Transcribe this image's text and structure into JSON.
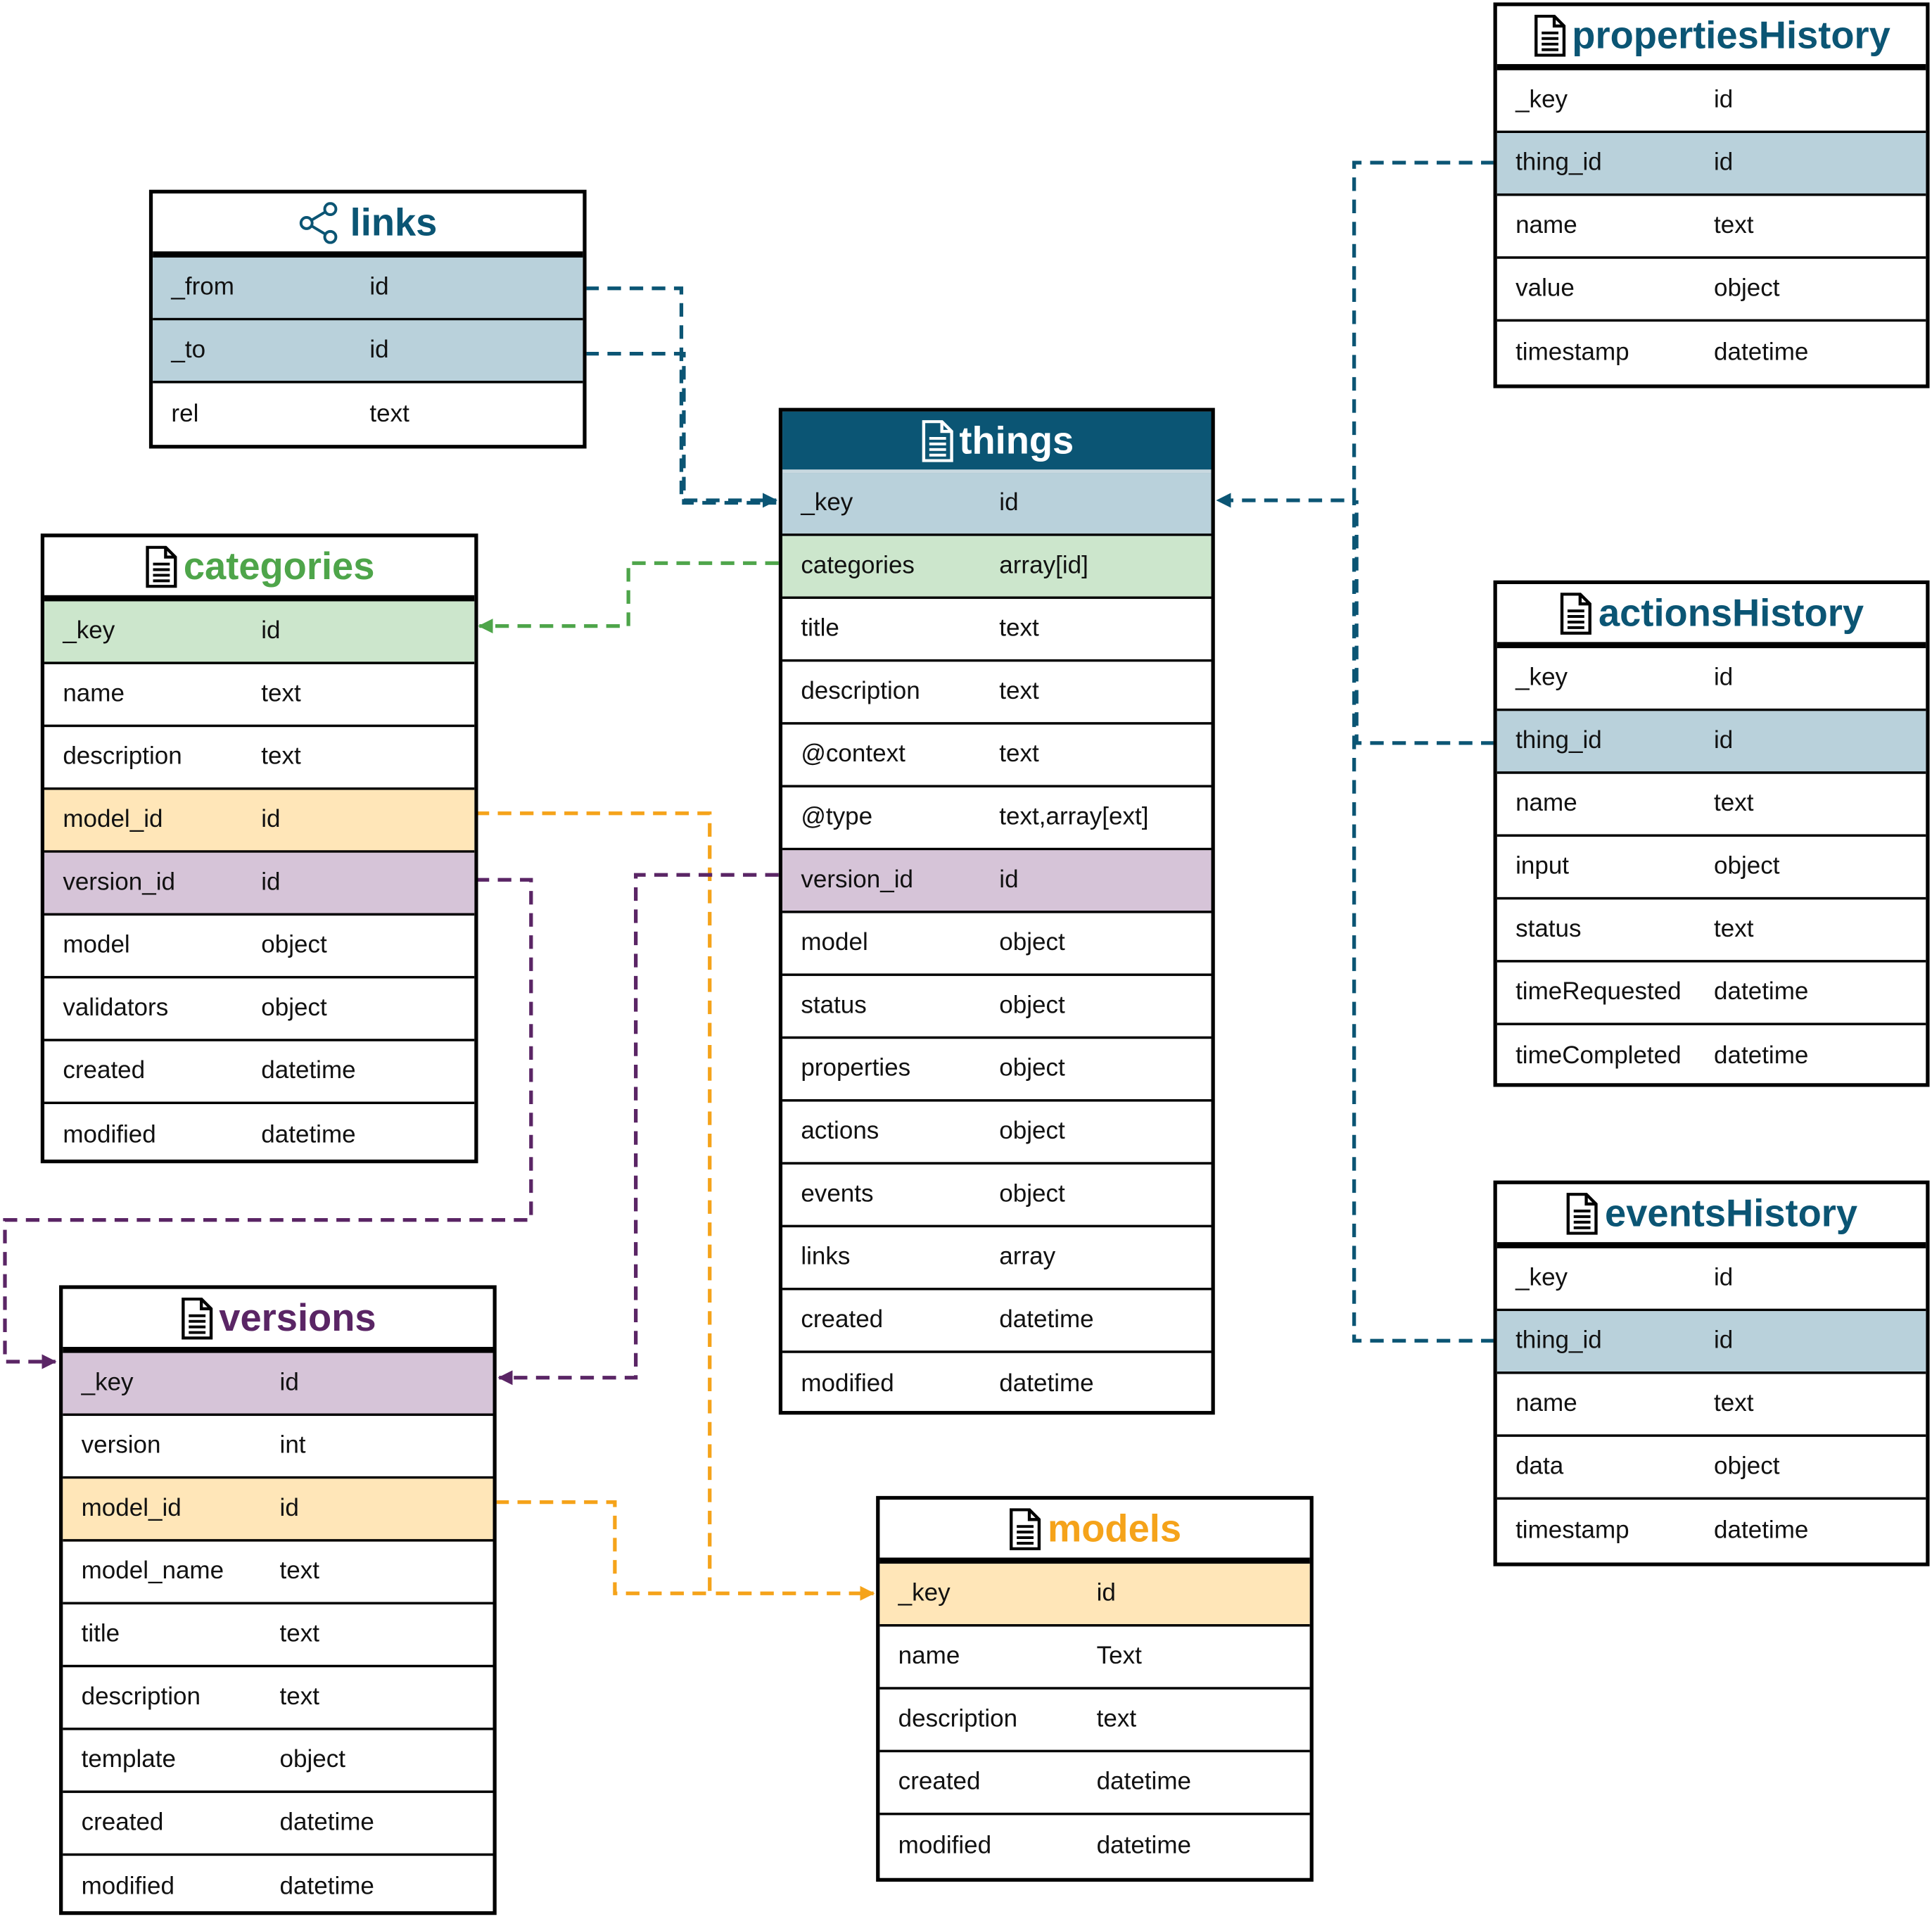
{
  "colors": {
    "teal": "#0b5574",
    "green": "#4ea54a",
    "orange": "#f5a31a",
    "purple": "#5a2565",
    "highlight_blue": "#b9d1db",
    "highlight_green": "#cce6cc",
    "highlight_orange": "#ffe6b8",
    "highlight_purple": "#d6c4d8"
  },
  "tables": {
    "links": {
      "title": "links",
      "icon": "share-icon",
      "rows": [
        {
          "name": "_from",
          "type": "id"
        },
        {
          "name": "_to",
          "type": "id"
        },
        {
          "name": "rel",
          "type": "text"
        }
      ]
    },
    "things": {
      "title": "things",
      "icon": "document-icon",
      "rows": [
        {
          "name": "_key",
          "type": "id"
        },
        {
          "name": "categories",
          "type": "array[id]"
        },
        {
          "name": "title",
          "type": "text"
        },
        {
          "name": "description",
          "type": "text"
        },
        {
          "name": "@context",
          "type": "text"
        },
        {
          "name": "@type",
          "type": "text,array[ext]"
        },
        {
          "name": "version_id",
          "type": "id"
        },
        {
          "name": "model",
          "type": "object"
        },
        {
          "name": "status",
          "type": "object"
        },
        {
          "name": "properties",
          "type": "object"
        },
        {
          "name": "actions",
          "type": "object"
        },
        {
          "name": "events",
          "type": "object"
        },
        {
          "name": "links",
          "type": "array"
        },
        {
          "name": "created",
          "type": "datetime"
        },
        {
          "name": "modified",
          "type": "datetime"
        }
      ]
    },
    "categories": {
      "title": "categories",
      "icon": "document-icon",
      "rows": [
        {
          "name": "_key",
          "type": "id"
        },
        {
          "name": "name",
          "type": "text"
        },
        {
          "name": "description",
          "type": "text"
        },
        {
          "name": "model_id",
          "type": "id"
        },
        {
          "name": "version_id",
          "type": "id"
        },
        {
          "name": "model",
          "type": "object"
        },
        {
          "name": "validators",
          "type": "object"
        },
        {
          "name": "created",
          "type": "datetime"
        },
        {
          "name": "modified",
          "type": "datetime"
        }
      ]
    },
    "versions": {
      "title": "versions",
      "icon": "document-icon",
      "rows": [
        {
          "name": "_key",
          "type": "id"
        },
        {
          "name": "version",
          "type": "int"
        },
        {
          "name": "model_id",
          "type": "id"
        },
        {
          "name": "model_name",
          "type": "text"
        },
        {
          "name": "title",
          "type": "text"
        },
        {
          "name": "description",
          "type": "text"
        },
        {
          "name": "template",
          "type": "object"
        },
        {
          "name": "created",
          "type": "datetime"
        },
        {
          "name": "modified",
          "type": "datetime"
        }
      ]
    },
    "models": {
      "title": "models",
      "icon": "document-icon",
      "rows": [
        {
          "name": "_key",
          "type": "id"
        },
        {
          "name": "name",
          "type": "Text"
        },
        {
          "name": "description",
          "type": "text"
        },
        {
          "name": "created",
          "type": "datetime"
        },
        {
          "name": "modified",
          "type": "datetime"
        }
      ]
    },
    "propertiesHistory": {
      "title": "propertiesHistory",
      "icon": "document-icon",
      "rows": [
        {
          "name": "_key",
          "type": "id"
        },
        {
          "name": "thing_id",
          "type": "id"
        },
        {
          "name": "name",
          "type": "text"
        },
        {
          "name": "value",
          "type": "object"
        },
        {
          "name": "timestamp",
          "type": "datetime"
        }
      ]
    },
    "actionsHistory": {
      "title": "actionsHistory",
      "icon": "document-icon",
      "rows": [
        {
          "name": "_key",
          "type": "id"
        },
        {
          "name": "thing_id",
          "type": "id"
        },
        {
          "name": "name",
          "type": "text"
        },
        {
          "name": "input",
          "type": "object"
        },
        {
          "name": "status",
          "type": "text"
        },
        {
          "name": "timeRequested",
          "type": "datetime"
        },
        {
          "name": "timeCompleted",
          "type": "datetime"
        }
      ]
    },
    "eventsHistory": {
      "title": "eventsHistory",
      "icon": "document-icon",
      "rows": [
        {
          "name": "_key",
          "type": "id"
        },
        {
          "name": "thing_id",
          "type": "id"
        },
        {
          "name": "name",
          "type": "text"
        },
        {
          "name": "data",
          "type": "object"
        },
        {
          "name": "timestamp",
          "type": "datetime"
        }
      ]
    }
  }
}
